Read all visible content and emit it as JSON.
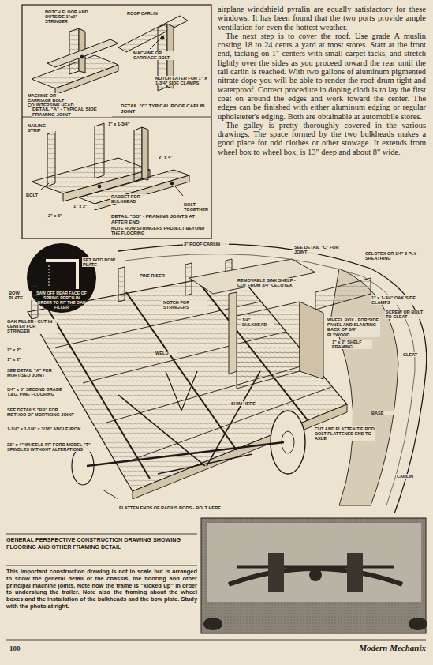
{
  "diagram": {
    "caption": "GENERAL PERSPECTIVE CONSTRUCTION DRAWING SHOWING FLOORING AND OTHER FRAMING DETAIL",
    "labels": [
      "ROOF CARLIN",
      "NOTCH FLOOR AND OUTSIDE 1\"x2\" STRINGER",
      "MACHINE OR CARRIAGE BOLT",
      "MACHINE OR CARRIAGE BOLT COUNTERSINK HEAD",
      "NOTCH LATER FOR 1\" X 1-3/4\" SIDE CLAMPS",
      "DETAIL \"A\" - TYPICAL SIDE FRAMING JOINT",
      "DETAIL \"C\" TYPICAL ROOF CARLIN JOINT",
      "NAILING STRIP",
      "1\" x 1-3/4\"",
      "1\" x 2\"",
      "BOLT",
      "RABBET FOR BULKHEAD",
      "2\" x 4\"",
      "2\" x 6\"",
      "BOLT TOGETHER",
      "DETAIL \"BB\" - FRAMING JOINTS AT AFTER END",
      "NOTE HOW STRINGERS PROJECT BEYOND THE FLOORING",
      "SAW OFF REAR FACE OF SPRING PERCH IN ORDER TO FIT THE OAK FILLER",
      "3\" ROOF CARLIN",
      "SEE DETAIL \"C\" FOR JOINT",
      "CELOTEX OR 1/4\" 3-PLY SHEATHING",
      "REMOVABLE SINK SHELF - CUT FROM 3/4\" CELOTEX",
      "SET INTO BOW PLATE",
      "1\" x 1-3/4\" OAK SIDE CLAMPS",
      "PINE RISER",
      "NOTCH FOR STRINGERS",
      "BOW PLATE",
      "1/4\" BULKHEAD",
      "WHEEL BOX - FOR SIDE PANEL AND SLANTING BACK OF 3/4\" PLYWOOD",
      "SCREW OR BOLT TO CLEAT",
      "1\" x 2\" SHELF FRAMING",
      "CLEAT",
      "OAK FILLER - CUT IN CENTER FOR STRINGER",
      "2\" x 2\"",
      "1\" x 2\"",
      "SEE DETAIL \"A\" FOR MORTISED JOINT",
      "3/4\" x 6\" SECOND GRADE T.&G. PINE FLOORING",
      "SEE DETAILS \"BB\" FOR METHOD OF MORTISING JOINT",
      "WELD",
      "1-1/4\" x 1-1/4\" x 3/16\" ANGLE IRON",
      "23\" x 4\" WHEELS FIT FORD MODEL \"T\" SPINDLES WITHOUT ALTERATIONS",
      "SHIM HERE",
      "CUT AND FLATTEN TIE ROD BOLT FLATTENED END TO AXLE",
      "BASE",
      "FLATTEN ENDS OF RADIUS RODS - BOLT HERE",
      "CARLIN",
      "airplane windshield pyralin are equally satisfactory for these windows. It has been found that the two ports provide ample ventilation for even the hottest weather.",
      "The next step is to cover the roof. Use grade A muslin costing 18 to 24 cents a yard at most stores. Start at the front end, tacking on 1\" centers with small carpet tacks, and stretch lightly over the sides as you proceed toward the rear until the tail carlin is reached. With two gallons of aluminum pigmented nitrate dope you will be able to render the roof drum tight and waterproof. Correct procedure in doping cloth is to lay the first coat on around the edges and work toward the center. The edges can be finished with either aluminum edging or regular upholsterer's edging. Both are obtainable at automobile stores.",
      "The galley is pretty thoroughly covered in the various drawings. The space formed by the two bulkheads makes a good place for odd clothes or other stowage. It extends from wheel box to wheel box, is 13\" deep and about 8\" wide.",
      "This important construction drawing is not in scale but is arranged to show the general detail of the chassis, the flooring and other principal machine joints. Note how the frame is \"kicked up\" in order to underslung the trailer. Note also the framing about the wheel boxes and the installation of the bulkheads and the bow plate. Study with the photo at right.",
      "100",
      "Modern Mechanix"
    ]
  }
}
